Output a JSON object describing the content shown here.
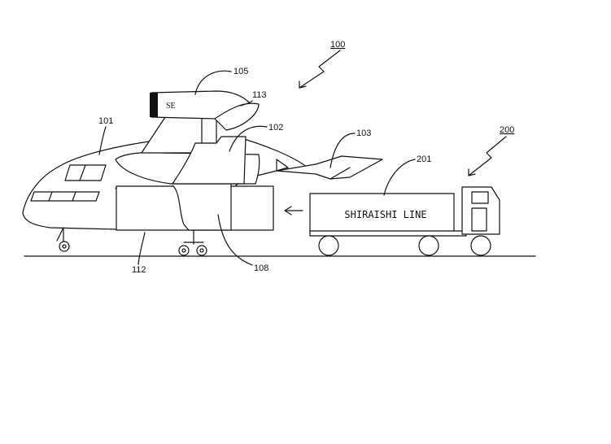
{
  "figure": {
    "truck_marking": "SHIRAISHI LINE",
    "engine_logo": "SE",
    "refs": {
      "r100": "100",
      "r200": "200",
      "r101": "101",
      "r102": "102",
      "r103": "103",
      "r105": "105",
      "r108": "108",
      "r112": "112",
      "r113": "113",
      "r201": "201"
    }
  }
}
